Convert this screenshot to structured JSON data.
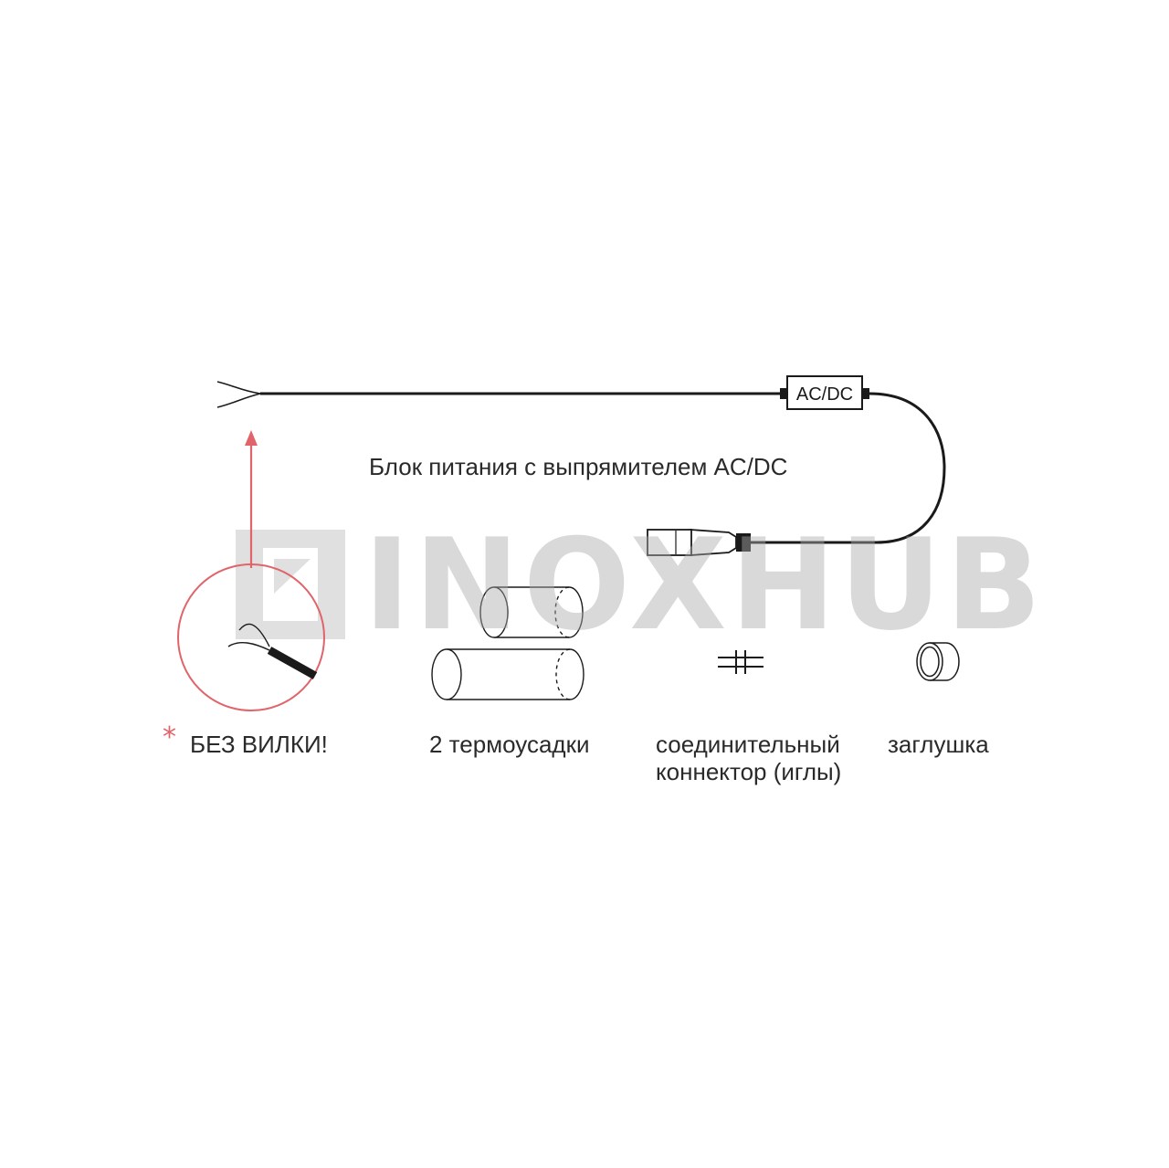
{
  "unit_label": "AC/DC",
  "caption_power_supply": "Блок питания с выпрямителем AC/DC",
  "caption_no_plug_marker": "*",
  "caption_no_plug": "БЕЗ ВИЛКИ!",
  "caption_heatshrink": "2 термоусадки",
  "caption_connector_line1": "соединительный",
  "caption_connector_line2": "коннектор (иглы)",
  "caption_endcap": "заглушка",
  "watermark_text": "INOXHUB",
  "colors": {
    "line": "#1a1a1a",
    "accent": "#e0646a",
    "watermark": "#c8c8c8"
  }
}
